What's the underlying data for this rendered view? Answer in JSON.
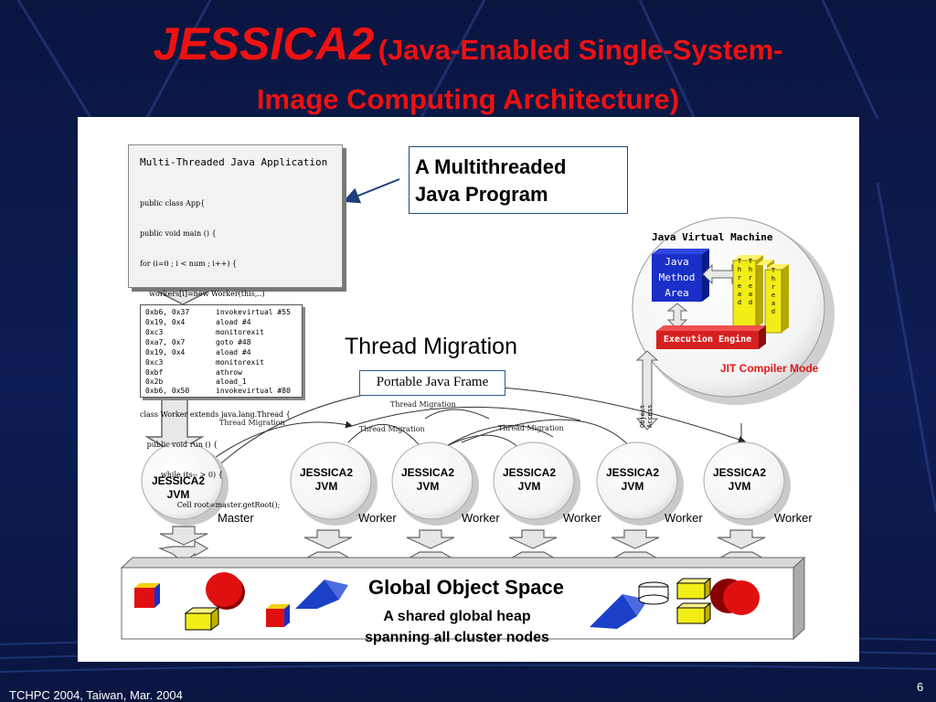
{
  "title": {
    "main": "JESSICA2",
    "sub_line1": "(Java-Enabled Single-System-",
    "sub_line2": "Image Computing Architecture)"
  },
  "diagram": {
    "callout": [
      "A Multithreaded",
      "Java Program"
    ],
    "code_panel": {
      "title": "Multi-Threaded Java Application",
      "lines": [
        "public class App{",
        "public void main () {",
        "for (i=0 ; i < num ; i++) {",
        "    workers[i]=new Worker(this,..)",
        "}",
        "...",
        "}",
        "class Worker extends java.lang.Thread {",
        "   public void run () {",
        "         while (ts-- > 0) {",
        "                Cell root=master.getRoot();"
      ]
    },
    "bytecode": [
      {
        "addr": "0xb6, 0x37",
        "instr": "invokevirtual #55"
      },
      {
        "addr": "0x19, 0x4",
        "instr": "aload #4"
      },
      {
        "addr": "0xc3",
        "instr": "monitorexit"
      },
      {
        "addr": "0xa7, 0x7",
        "instr": "goto #48"
      },
      {
        "addr": "0x19, 0x4",
        "instr": "aload #4"
      },
      {
        "addr": "0xc3",
        "instr": "monitorexit"
      },
      {
        "addr": "0xbf",
        "instr": "athrow"
      },
      {
        "addr": "0x2b",
        "instr": "aload_1"
      },
      {
        "addr": "0xb6, 0x50",
        "instr": "invokevirtual #80"
      }
    ],
    "thread_migration_heading": "Thread Migration",
    "portable_frame": "Portable Java Frame",
    "migration_arrow_label": "Thread Migration",
    "jvms": [
      {
        "line1": "JESSICA2",
        "line2": "JVM",
        "role": "Master"
      },
      {
        "line1": "JESSICA2",
        "line2": "JVM",
        "role": "Worker"
      },
      {
        "line1": "JESSICA2",
        "line2": "JVM",
        "role": "Worker"
      },
      {
        "line1": "JESSICA2",
        "line2": "JVM",
        "role": "Worker"
      },
      {
        "line1": "JESSICA2",
        "line2": "JVM",
        "role": "Worker"
      },
      {
        "line1": "JESSICA2",
        "line2": "JVM",
        "role": "Worker"
      }
    ],
    "jvm_detail": {
      "title": "Java Virtual Machine",
      "method_area": [
        "Java",
        "Method",
        "Area"
      ],
      "thread_label": "Thread",
      "execution_engine": "Execution Engine",
      "object_access": "Object Access",
      "jit": "JIT Compiler Mode"
    },
    "global_object_space": {
      "title": "Global Object Space",
      "sub_line1": "A shared global heap",
      "sub_line2": "spanning all cluster nodes"
    }
  },
  "footer": {
    "text": "TCHPC 2004, Taiwan, Mar. 2004",
    "slide_number": "6"
  },
  "colors": {
    "background": "#0d1d55",
    "title_red": "#ee1111",
    "method_area_blue": "#1a2fc8",
    "thread_yellow": "#f2ec17",
    "exec_engine_red": "#d62020"
  }
}
